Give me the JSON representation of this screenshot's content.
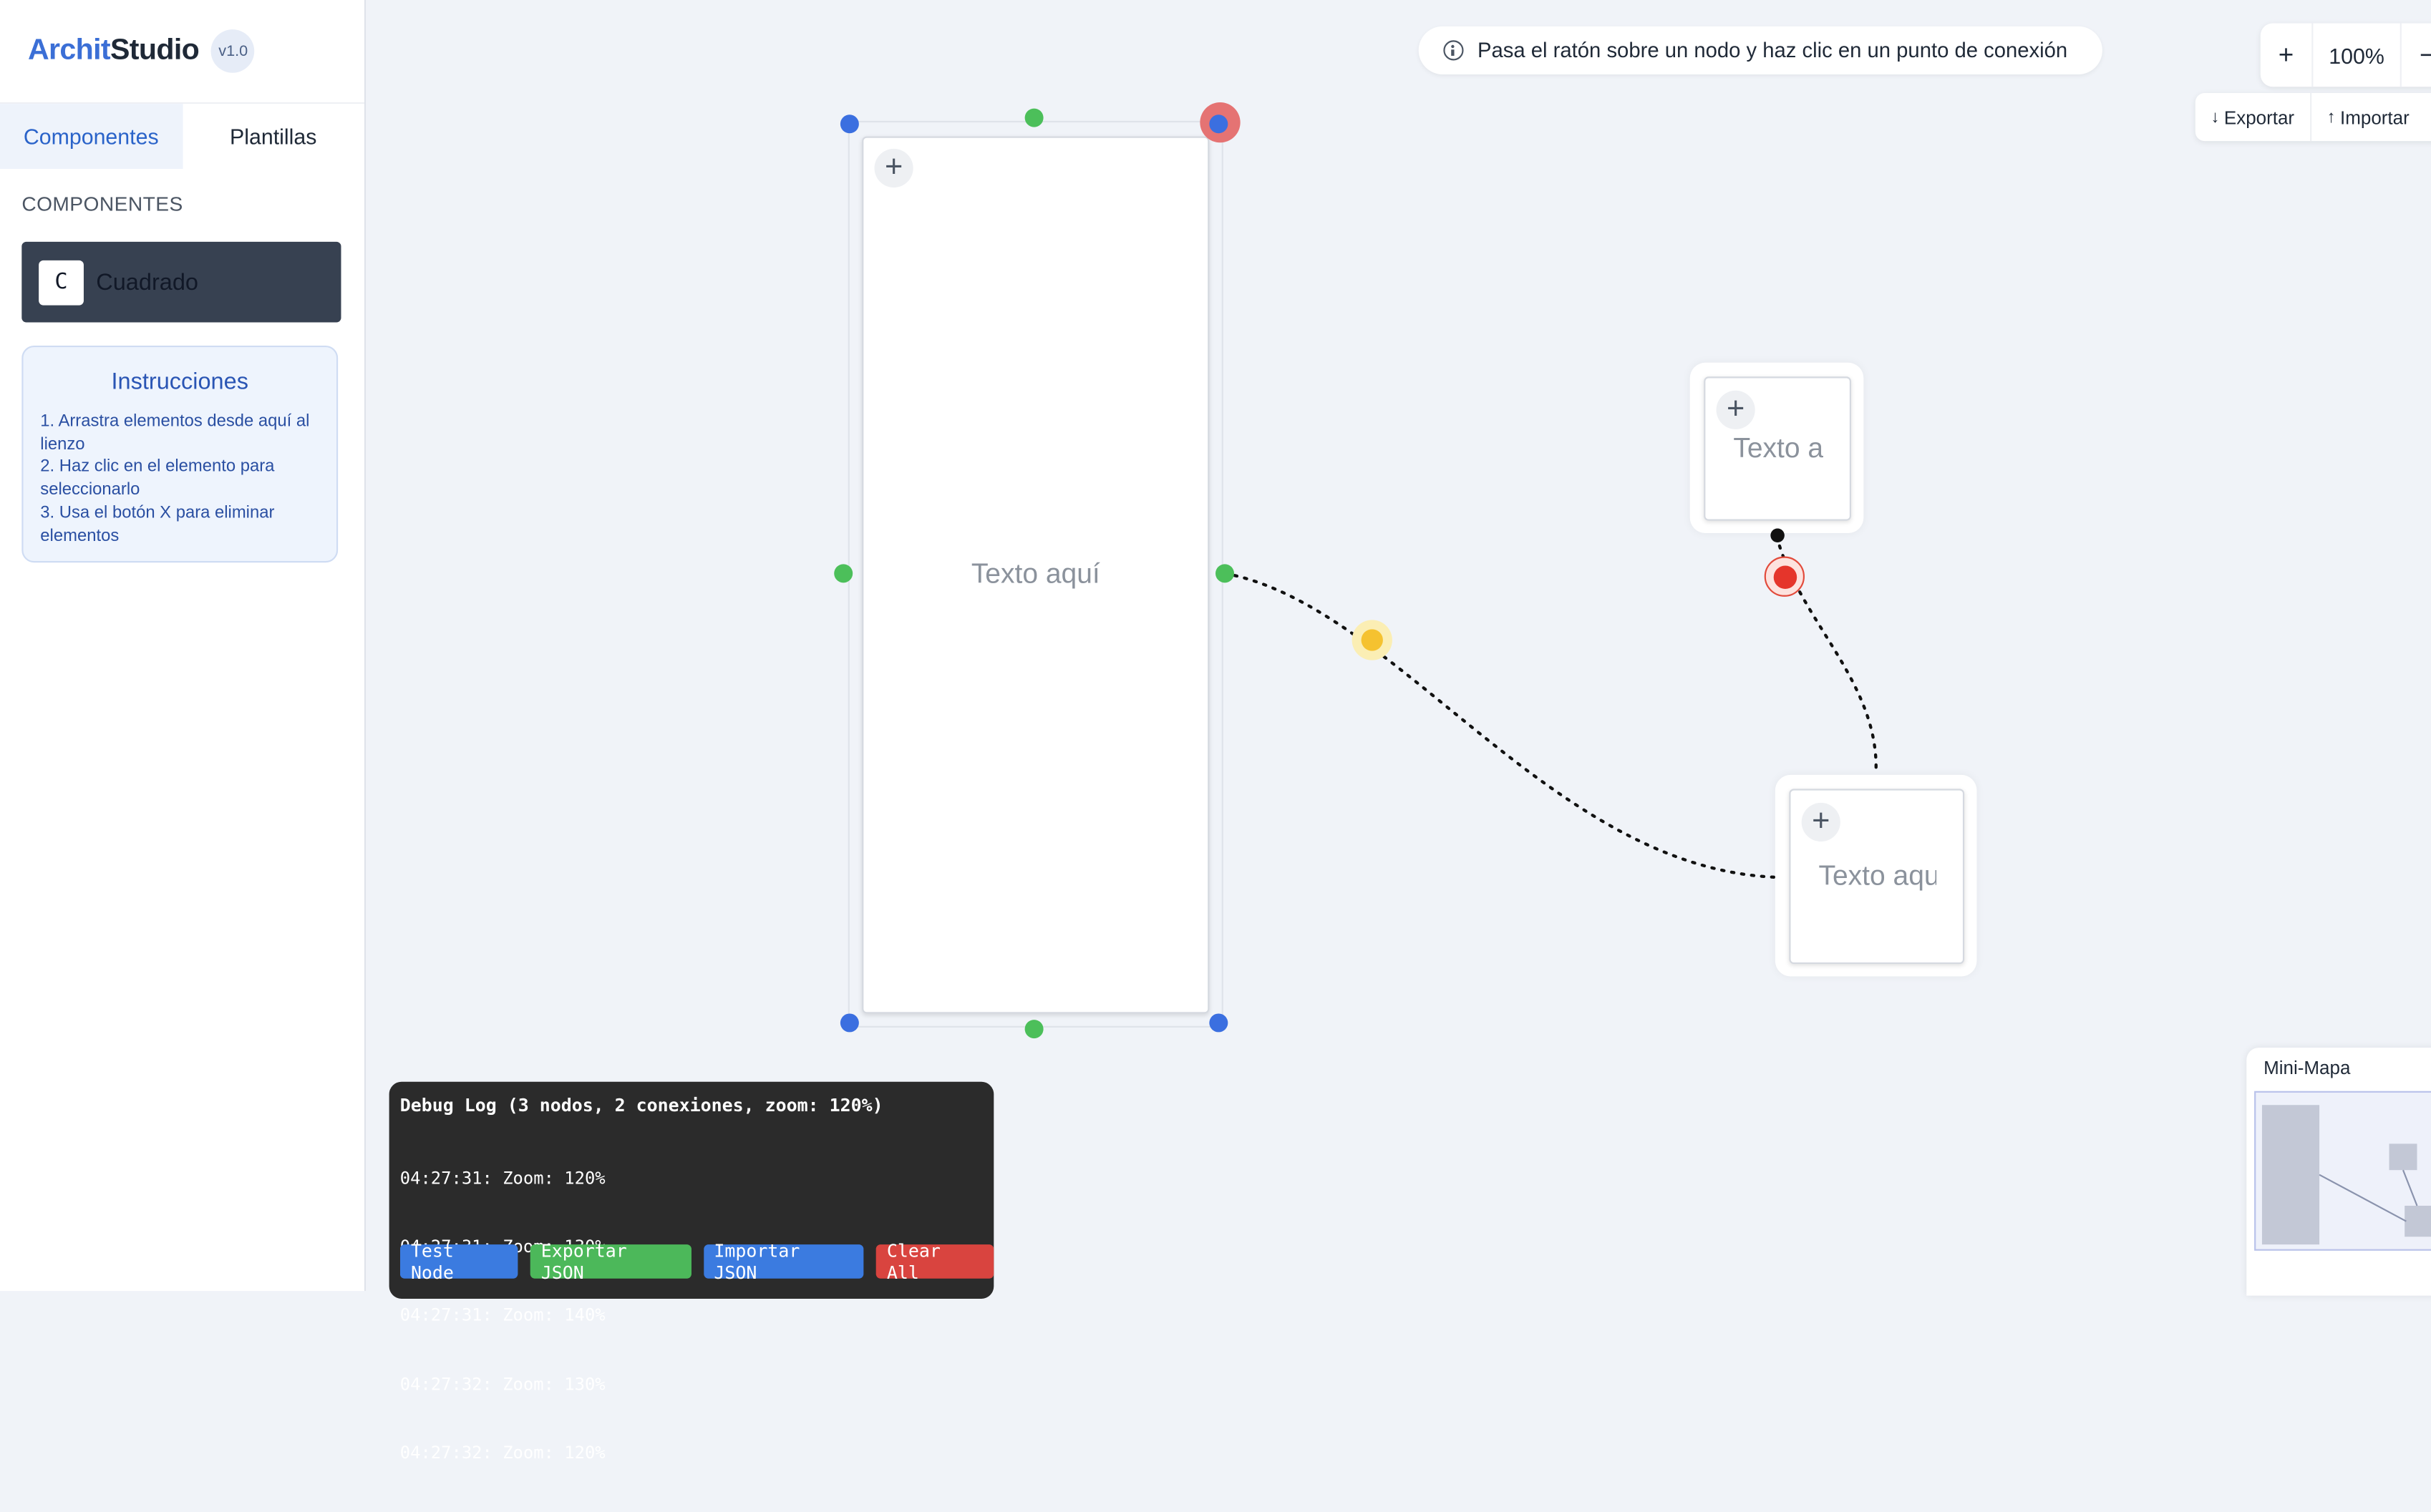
{
  "app": {
    "title_main": "Archit",
    "title_accent": "Studio",
    "version": "v1.0"
  },
  "sidebar": {
    "tabs": [
      {
        "label": "Componentes",
        "active": true
      },
      {
        "label": "Plantillas",
        "active": false
      }
    ],
    "section_title": "COMPONENTES",
    "component": {
      "icon_letter": "C",
      "label": "Cuadrado"
    },
    "instructions": {
      "title": "Instrucciones",
      "items": [
        "1. Arrastra elementos desde aquí al lienzo",
        "2. Haz clic en el elemento para seleccionarlo",
        "3. Usa el botón X para eliminar elementos"
      ]
    }
  },
  "canvas": {
    "hint": "Pasa el ratón sobre un nodo y haz clic en un punto de conexión",
    "zoom": {
      "plus": "+",
      "value": "100%",
      "minus": "−"
    },
    "io": {
      "export_label": "Exportar",
      "import_label": "Importar"
    },
    "nodes": [
      {
        "text": "Texto aquí",
        "add": "+"
      },
      {
        "text": "Texto aquí",
        "add": "+"
      },
      {
        "text": "Texto aquí",
        "add": "+"
      }
    ]
  },
  "debug": {
    "title": "Debug Log (3 nodos, 2 conexiones, zoom: 120%)",
    "lines": [
      "04:27:31: Zoom: 120%",
      "04:27:31: Zoom: 130%",
      "04:27:31: Zoom: 140%",
      "04:27:32: Zoom: 130%",
      "04:27:32: Zoom: 120%"
    ],
    "buttons": [
      {
        "label": "Test Node",
        "color": "#3b7be0"
      },
      {
        "label": "Exportar JSON",
        "color": "#4cb85a"
      },
      {
        "label": "Importar JSON",
        "color": "#3b7be0"
      },
      {
        "label": "Clear All",
        "color": "#d9443f"
      }
    ]
  },
  "minimap": {
    "title": "Mini-Mapa"
  },
  "colors": {
    "accent": "#3b6fd6",
    "handle_blue": "#3b6fe0",
    "handle_green": "#4cbf5a",
    "handle_red": "#e24a3b",
    "handle_yellow": "#f5c230"
  }
}
